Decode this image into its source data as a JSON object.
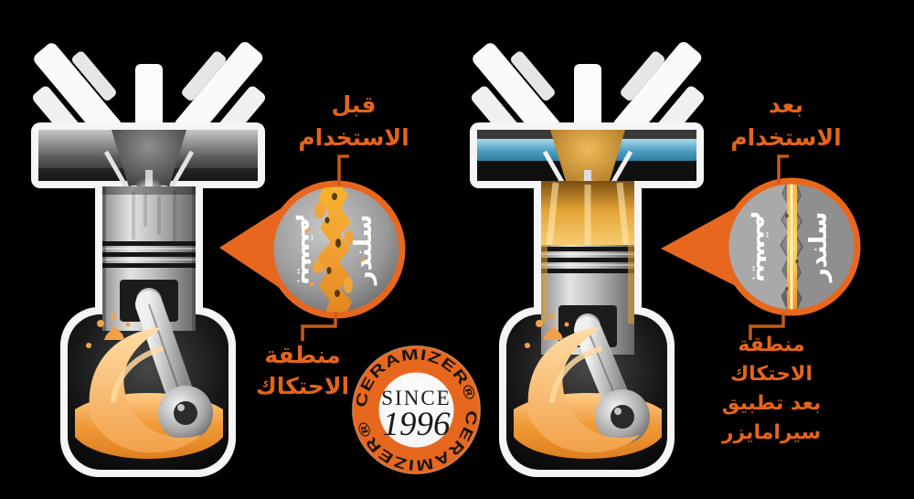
{
  "labels": {
    "before": {
      "line1": "قبل",
      "line2": "الاستخدام"
    },
    "after": {
      "line1": "بعد",
      "line2": "الاستخدام"
    },
    "friction_before": {
      "line1": "منطقة",
      "line2": "الاحتكاك"
    },
    "friction_after": {
      "line1": "منطقة",
      "line2": "الاحتكاك",
      "line3": "بعد تطبيق",
      "line4": "سيرامايزر"
    }
  },
  "magnifier": {
    "piston_label": "بيستم",
    "cylinder_label": "سلندر"
  },
  "badge": {
    "ring_word": "CERAMIZER®",
    "since": "SINCE",
    "year": "1996"
  },
  "colors": {
    "background": "#000000",
    "accent_orange": "#E8671E",
    "label_orange": "#E4641B",
    "coolant_blue": "#4E9EC2",
    "oil_orange": "#F09A38"
  }
}
